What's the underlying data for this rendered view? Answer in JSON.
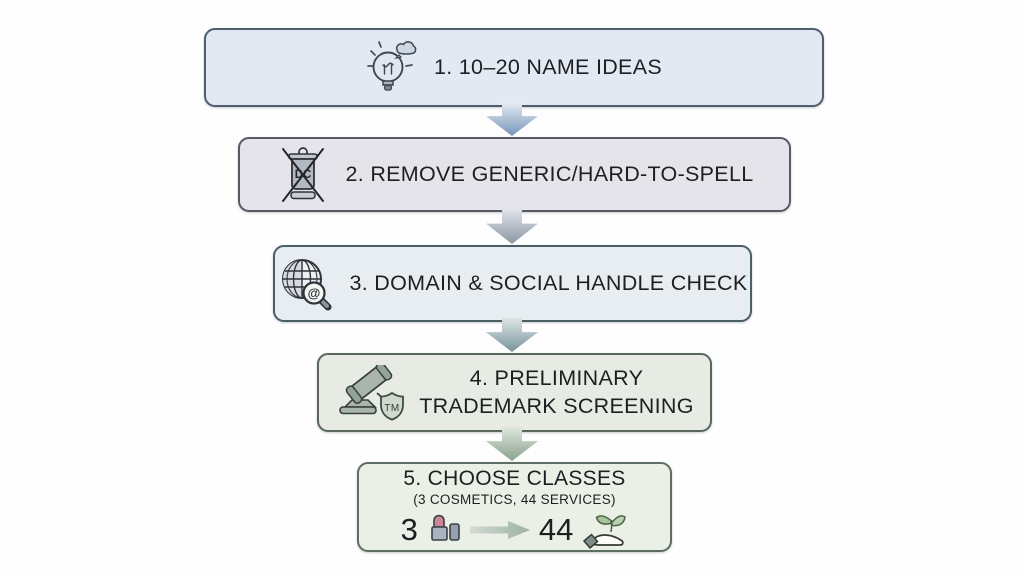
{
  "steps": [
    {
      "label": "1. 10–20 NAME IDEAS",
      "icon": "lightbulb-thought-icon",
      "fill": "#e2e9f3",
      "border": "#4d5e70"
    },
    {
      "label": "2. REMOVE GENERIC/HARD-TO-SPELL",
      "icon": "discard-bin-crossed-icon",
      "icon_letters": "DC",
      "fill": "#e5e4ea",
      "border": "#575a66"
    },
    {
      "label": "3. DOMAIN & SOCIAL HANDLE CHECK",
      "icon": "globe-search-icon",
      "icon_symbol": "@",
      "fill": "#e7edf0",
      "border": "#4c5e66"
    },
    {
      "label_line1": "4. PRELIMINARY",
      "label_line2": "TRADEMARK SCREENING",
      "icon": "gavel-tm-shield-icon",
      "icon_letters": "TM",
      "fill": "#e7ebe4",
      "border": "#59675c"
    },
    {
      "title": "5. CHOOSE CLASSES",
      "subtitle": "(3 COSMETICS, 44 SERVICES)",
      "from_count": "3",
      "from_icon": "lipstick-icon",
      "to_count": "44",
      "to_icon": "hand-leaf-icon",
      "fill": "#eaf0e6",
      "border": "#5e6e62"
    }
  ],
  "arrow_palette": [
    {
      "from": "#e7edf4",
      "to": "#7795ba"
    },
    {
      "from": "#e2e4e9",
      "to": "#8b96a5"
    },
    {
      "from": "#dde5e7",
      "to": "#78939b"
    },
    {
      "from": "#e0e6de",
      "to": "#8aa28f"
    }
  ]
}
